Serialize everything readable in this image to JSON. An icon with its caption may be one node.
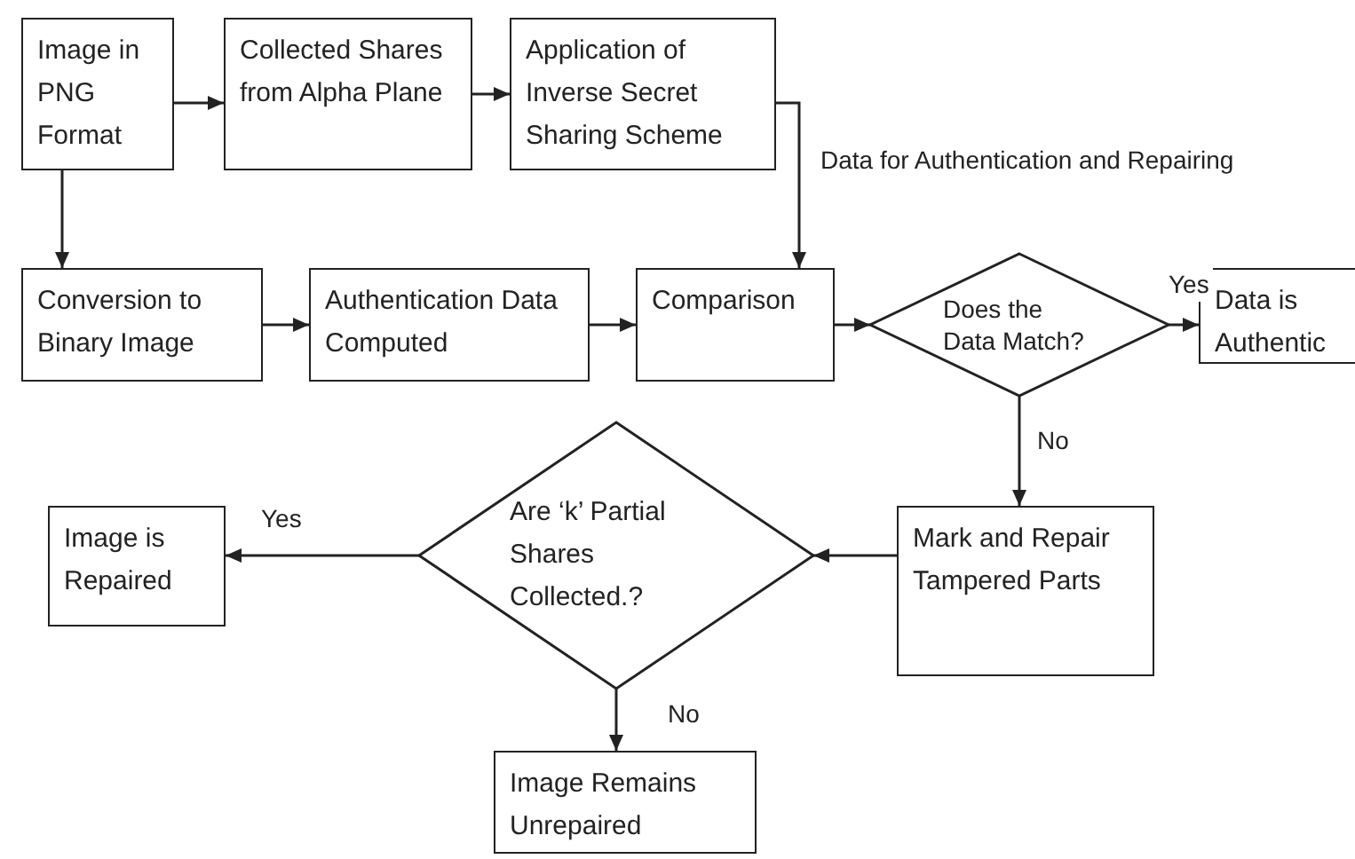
{
  "diagram": {
    "nodes": [
      {
        "text": [
          "Image in PNG Format"
        ]
      },
      {
        "text": [
          "Collected Shares from Alpha Plane"
        ]
      },
      {
        "text": [
          "Application of Inverse Secret Sharing Scheme"
        ]
      },
      {
        "text": [
          "Conversion to Binary Image"
        ]
      },
      {
        "text": [
          "Authentication Data Computed"
        ]
      },
      {
        "text": [
          "Comparison"
        ]
      },
      {
        "text": [
          "Does the Data Match?"
        ]
      },
      {
        "text": [
          "Data is Authentic"
        ]
      },
      {
        "text": [
          "Mark and Repair Tampered Parts"
        ]
      },
      {
        "text": [
          "Are ‘k’ Partial Shares Collected.?"
        ]
      },
      {
        "text": [
          "Image is Repaired"
        ]
      },
      {
        "text": [
          "Image Remains Unrepaired"
        ]
      }
    ],
    "edges": [
      {
        "from": 0,
        "to": 1,
        "arrow": "to"
      },
      {
        "from": 1,
        "to": 2,
        "arrow": "to"
      },
      {
        "from": 0,
        "to": 3,
        "arrow": "to"
      },
      {
        "from": 2,
        "to": 5,
        "arrow": "to",
        "label": "Data for Authentication and Repairing"
      },
      {
        "from": 3,
        "to": 4,
        "arrow": "to"
      },
      {
        "from": 4,
        "to": 5,
        "arrow": "to"
      },
      {
        "from": 5,
        "to": 6,
        "arrow": "to"
      },
      {
        "from": 6,
        "to": 7,
        "arrow": "to",
        "label": "Yes"
      },
      {
        "from": 6,
        "to": 8,
        "arrow": "to",
        "label": "No"
      },
      {
        "from": 8,
        "to": 9,
        "arrow": "to"
      },
      {
        "from": 9,
        "to": 10,
        "arrow": "to",
        "label": "Yes"
      },
      {
        "from": 9,
        "to": 11,
        "arrow": "to",
        "label": "No"
      }
    ]
  }
}
